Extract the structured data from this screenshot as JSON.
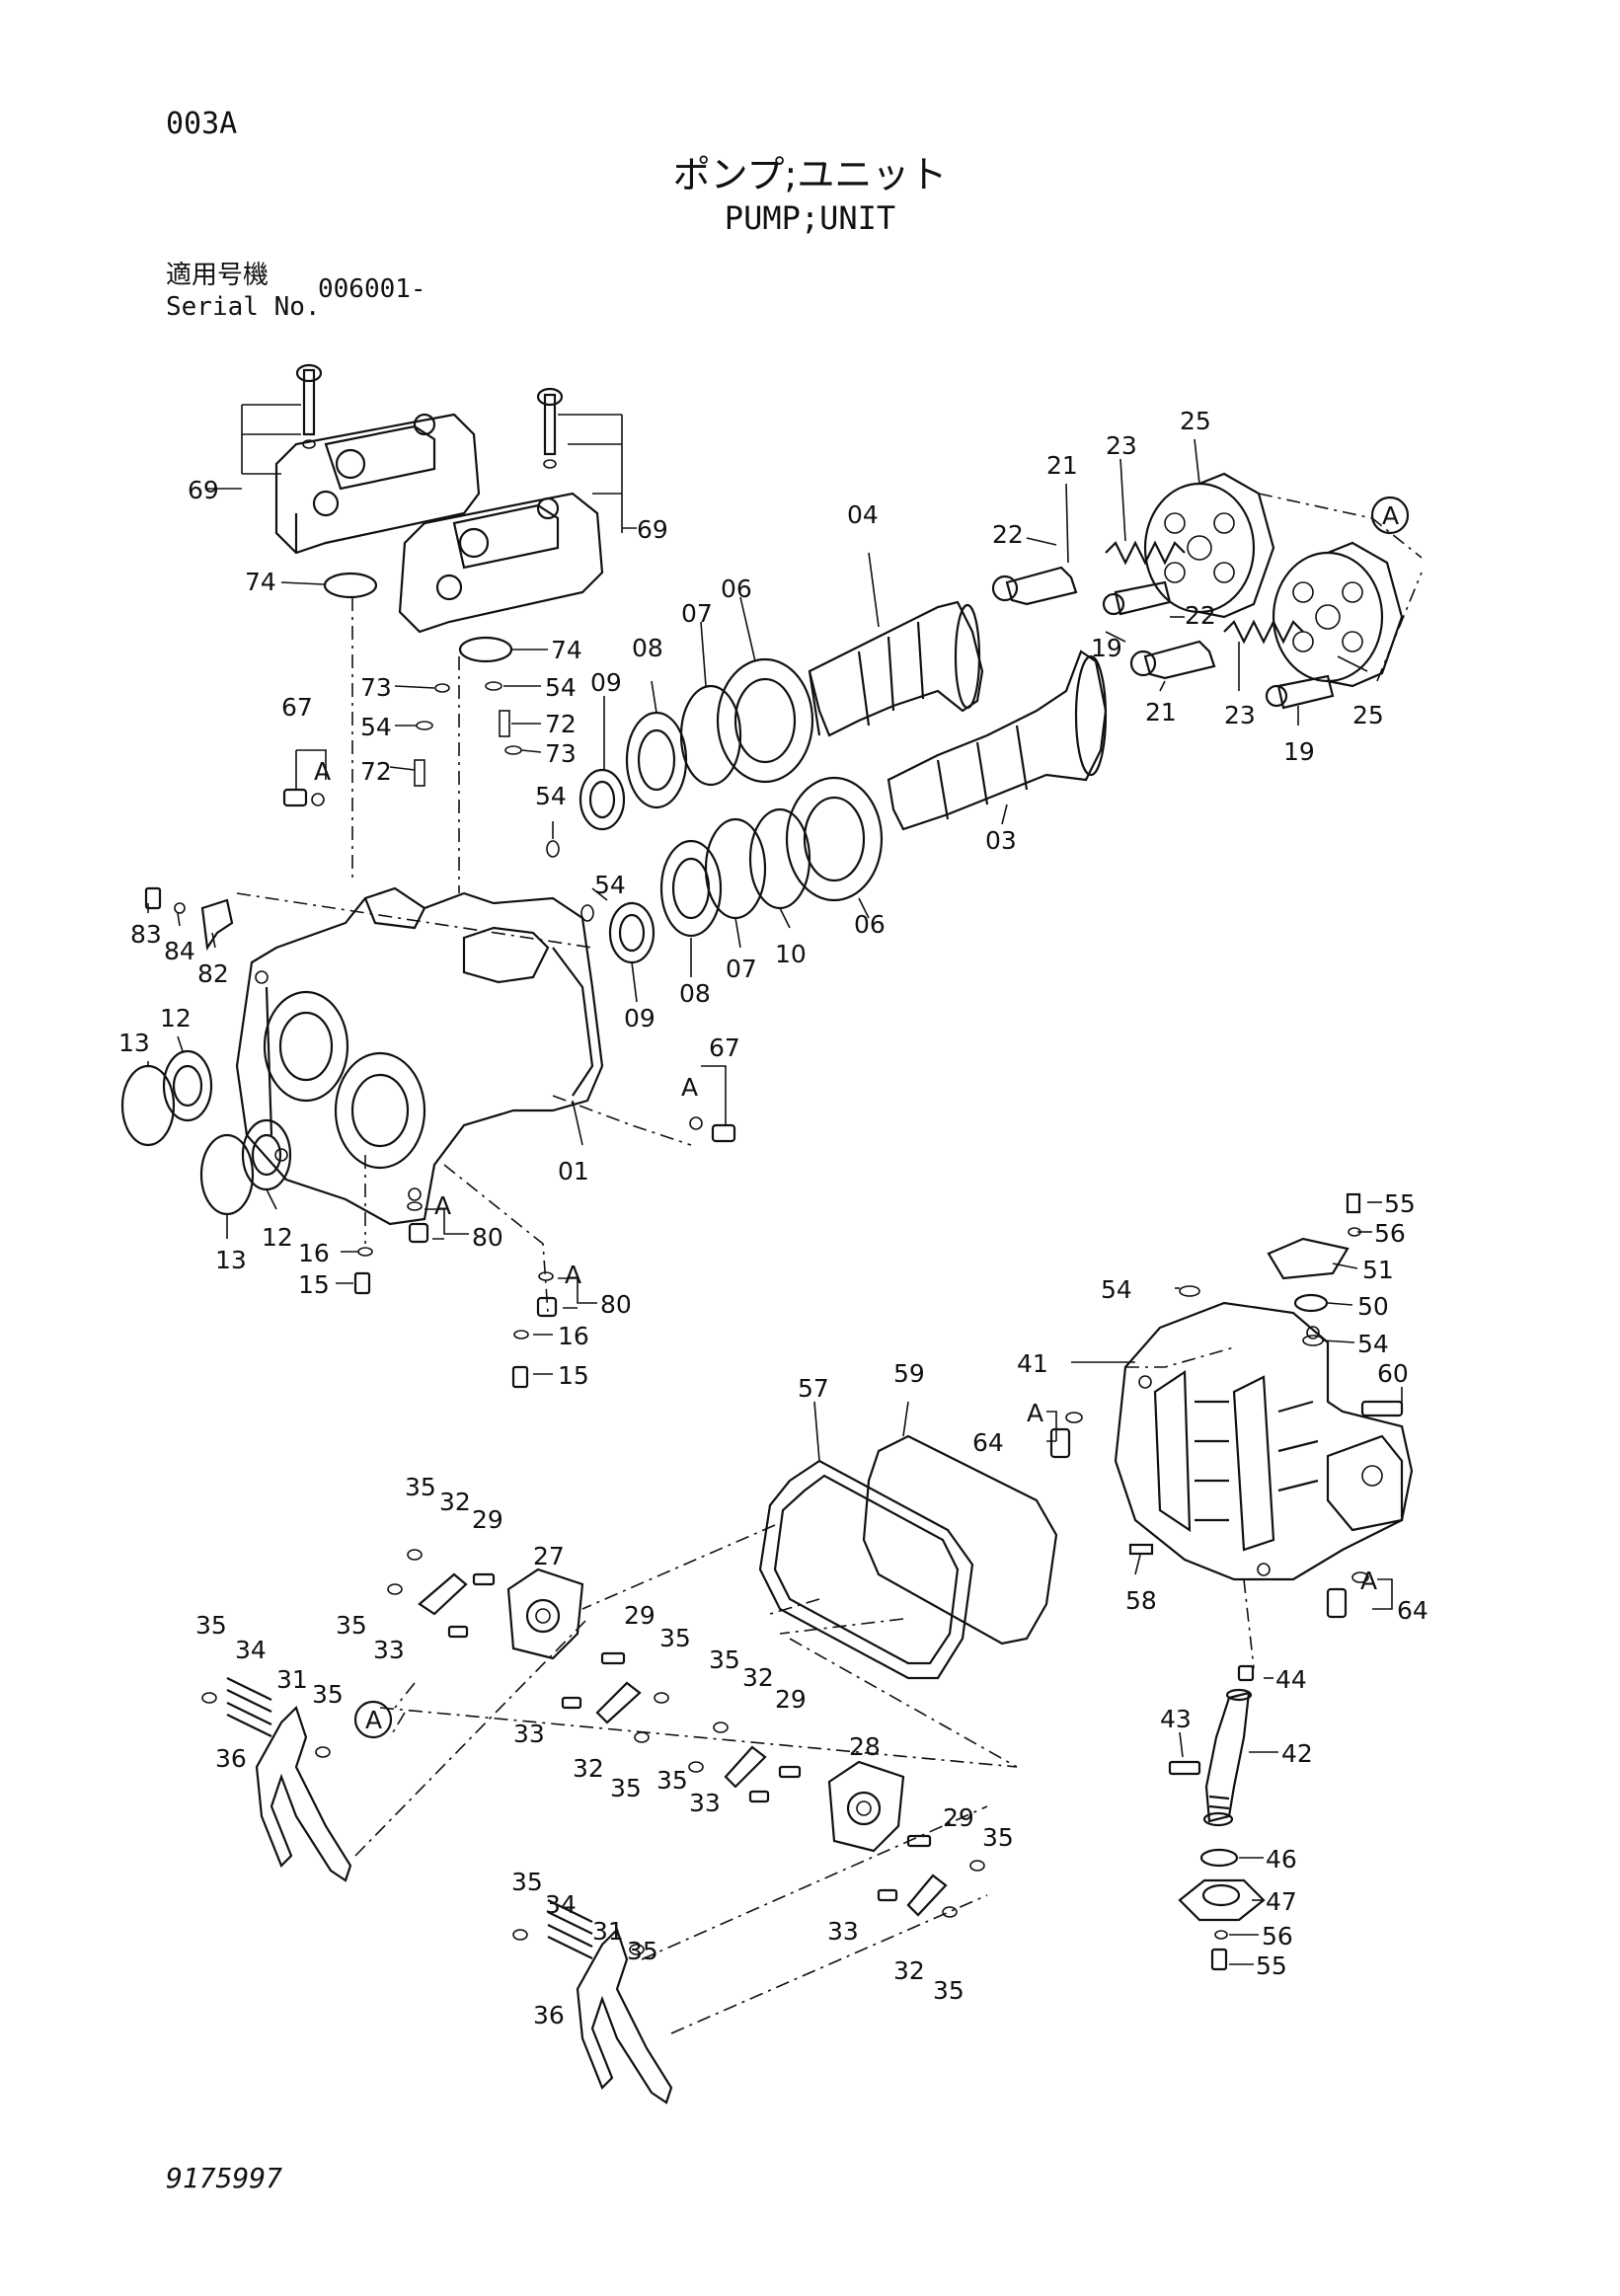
{
  "header": {
    "page_code": "003A",
    "title_jp": "ポンプ;ユニット",
    "title_en": "PUMP;UNIT",
    "serial_label_jp": "適用号機",
    "serial_label_en": "Serial No.",
    "serial_value": "006001-"
  },
  "footer": {
    "doc_number": "9175997"
  },
  "callouts": {
    "p01": "01",
    "p03": "03",
    "p04": "04",
    "p06": "06",
    "p07": "07",
    "p08": "08",
    "p09": "09",
    "p10": "10",
    "p12": "12",
    "p13": "13",
    "p15": "15",
    "p16": "16",
    "p19": "19",
    "p21": "21",
    "p22": "22",
    "p23": "23",
    "p25": "25",
    "p27": "27",
    "p28": "28",
    "p29": "29",
    "p31": "31",
    "p32": "32",
    "p33": "33",
    "p34": "34",
    "p35": "35",
    "p36": "36",
    "p41": "41",
    "p42": "42",
    "p43": "43",
    "p44": "44",
    "p46": "46",
    "p47": "47",
    "p50": "50",
    "p51": "51",
    "p54": "54",
    "p55": "55",
    "p56": "56",
    "p57": "57",
    "p58": "58",
    "p59": "59",
    "p60": "60",
    "p64": "64",
    "p67": "67",
    "p69": "69",
    "p72": "72",
    "p73": "73",
    "p74": "74",
    "p80": "80",
    "p82": "82",
    "p83": "83",
    "p84": "84",
    "ref_a": "A"
  }
}
